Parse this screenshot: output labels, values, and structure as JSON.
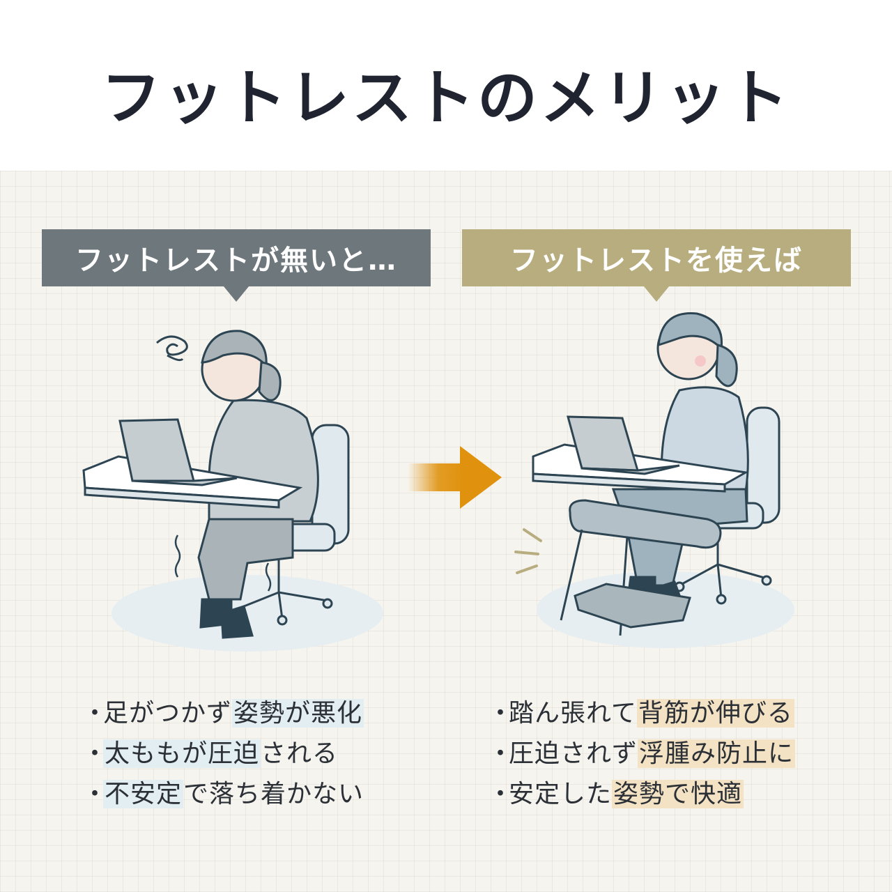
{
  "title": "フットレストのメリット",
  "left": {
    "heading": "フットレストが無いと…",
    "items": [
      {
        "bullet": "・",
        "before": "足がつかず",
        "highlight": "姿勢が悪化",
        "after": ""
      },
      {
        "bullet": "・",
        "before": "",
        "highlight": "太ももが圧迫",
        "after": "される"
      },
      {
        "bullet": "・",
        "before": "",
        "highlight": "不安定",
        "after": "で落ち着かない"
      }
    ]
  },
  "right": {
    "heading": "フットレストを使えば",
    "items": [
      {
        "bullet": "・",
        "before": "踏ん張れて",
        "highlight": "背筋が伸びる",
        "after": ""
      },
      {
        "bullet": "・",
        "before": "圧迫されず",
        "highlight": "浮腫み防止に",
        "after": ""
      },
      {
        "bullet": "・",
        "before": "安定した",
        "highlight": "姿勢で快適",
        "after": ""
      }
    ]
  },
  "colors": {
    "left_accent": "#6d777c",
    "right_accent": "#b7ad7f",
    "arrow": "#e0920e",
    "left_highlight": "#e3eef3",
    "right_highlight": "#f3e2c3"
  },
  "icons": [
    "dizzy-icon",
    "arrow-right-icon",
    "motion-lines-icon",
    "shake-lines-icon"
  ]
}
